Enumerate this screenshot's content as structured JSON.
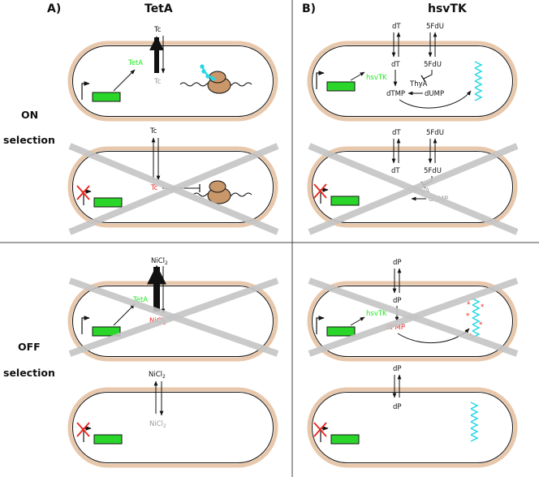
{
  "panels": {
    "a_label": "A)",
    "b_label": "B)",
    "a_title": "TetA",
    "b_title": "hsvTK"
  },
  "side_labels": {
    "on": "ON",
    "on_sel": "selection",
    "off": "OFF",
    "off_sel": "selection"
  },
  "a_on_pos": {
    "tc_out": "Tc",
    "tc_in": "Tc",
    "gene": "TetA"
  },
  "a_on_neg": {
    "tc_out": "Tc",
    "tc_in": "Tc"
  },
  "a_off_pos": {
    "ni_out": "NiCl",
    "ni_out_sub": "2",
    "gene": "TetA",
    "ni_in": "NiCl",
    "ni_in_sub": "2"
  },
  "a_off_neg": {
    "ni_out": "NiCl",
    "ni_out_sub": "2",
    "ni_in": "NiCl",
    "ni_in_sub": "2"
  },
  "b_on_pos": {
    "dt_out": "dT",
    "fdu_out": "5FdU",
    "dt_in": "dT",
    "fdu_in": "5FdU",
    "gene": "hsvTK",
    "thya": "ThyA",
    "dtmp": "dTMP",
    "dump": "dUMP"
  },
  "b_on_neg": {
    "dt_out": "dT",
    "fdu_out": "5FdU",
    "dt_in": "dT",
    "fdu_in": "5FdU",
    "thya": "ThyA",
    "dump": "dUMP"
  },
  "b_off_pos": {
    "dp_out": "dP",
    "dp_in": "dP",
    "gene": "hsvTK",
    "dpmp": "dPMP",
    "mut": "*"
  },
  "b_off_neg": {
    "dp_out": "dP",
    "dp_in": "dP"
  },
  "colors": {
    "cell_outer": "#e8c8ac",
    "gene_box": "#2ad62a",
    "ribosome": "#c9976a",
    "dna": "#22d8e6",
    "cross": "#c4c4c4",
    "marker": "#e8241c"
  }
}
